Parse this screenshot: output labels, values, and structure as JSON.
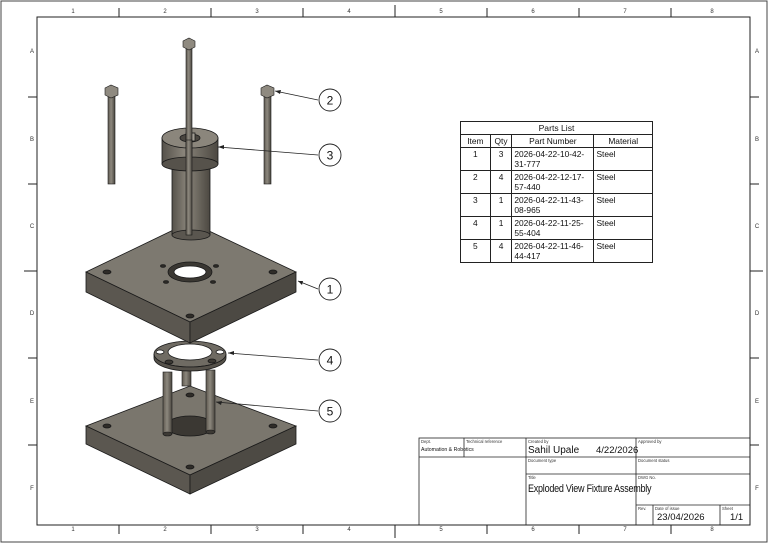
{
  "zones": {
    "columns": [
      "1",
      "2",
      "3",
      "4",
      "5",
      "6",
      "7",
      "8"
    ],
    "rows": [
      "A",
      "B",
      "C",
      "D",
      "E",
      "F"
    ]
  },
  "parts_list": {
    "title": "Parts List",
    "headers": [
      "Item",
      "Qty",
      "Part Number",
      "Material"
    ],
    "rows": [
      {
        "item": "1",
        "qty": "3",
        "part_number": "2026-04-22-10-42-31-777",
        "material": "Steel"
      },
      {
        "item": "2",
        "qty": "4",
        "part_number": "2026-04-22-12-17-57-440",
        "material": "Steel"
      },
      {
        "item": "3",
        "qty": "1",
        "part_number": "2026-04-22-11-43-08-965",
        "material": "Steel"
      },
      {
        "item": "4",
        "qty": "1",
        "part_number": "2026-04-22-11-25-55-404",
        "material": "Steel"
      },
      {
        "item": "5",
        "qty": "4",
        "part_number": "2026-04-22-11-46-44-417",
        "material": "Steel"
      }
    ]
  },
  "callouts": [
    "2",
    "3",
    "1",
    "4",
    "5"
  ],
  "title_block": {
    "dept_label": "Dept.",
    "dept": "Automation & Robotics",
    "tech_ref_label": "Technical reference",
    "created_by_label": "Created by",
    "created_by": "Sahil Upale",
    "created_date": "4/22/2026",
    "approved_by_label": "Approved by",
    "document_type_label": "Document type",
    "document_status_label": "Document status",
    "title_label": "Title",
    "title": "Exploded View Fixture Assembly",
    "dwg_no_label": "DWG No.",
    "rev_label": "Rev.",
    "date_of_issue_label": "Date of issue",
    "date_of_issue": "23/04/2026",
    "sheet_label": "Sheet",
    "sheet": "1/1"
  }
}
